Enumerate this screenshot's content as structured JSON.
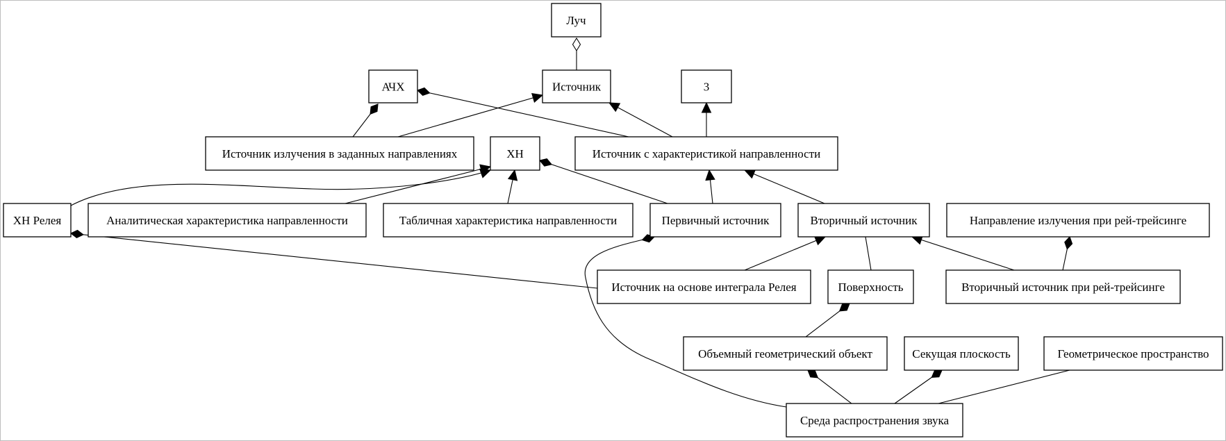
{
  "diagram": {
    "nodes": [
      {
        "id": "luch",
        "label": "Луч"
      },
      {
        "id": "istochnik",
        "label": "Источник"
      },
      {
        "id": "ach",
        "label": "АЧХ"
      },
      {
        "id": "z",
        "label": "3"
      },
      {
        "id": "isz",
        "label": "Источник излучения в заданных направлениях"
      },
      {
        "id": "hn",
        "label": "ХН"
      },
      {
        "id": "ishn",
        "label": "Источник с характеристикой направленности"
      },
      {
        "id": "hnrel",
        "label": "ХН Релея"
      },
      {
        "id": "analit",
        "label": "Аналитическая характеристика направленности"
      },
      {
        "id": "tabl",
        "label": "Табличная характеристика направленности"
      },
      {
        "id": "perv",
        "label": "Первичный источник"
      },
      {
        "id": "vtor",
        "label": "Вторичный источник"
      },
      {
        "id": "naprrt",
        "label": "Направление излучения при рей-трейсинге"
      },
      {
        "id": "relint",
        "label": "Источник на основе интеграла Релея"
      },
      {
        "id": "poverh",
        "label": "Поверхность"
      },
      {
        "id": "vtorrt",
        "label": "Вторичный источник при рей-трейсинге"
      },
      {
        "id": "obgeom",
        "label": "Объемный геометрический объект"
      },
      {
        "id": "sekush",
        "label": "Секущая плоскость"
      },
      {
        "id": "geomprost",
        "label": "Геометрическое пространство"
      },
      {
        "id": "sreda",
        "label": "Среда распространения звука"
      }
    ],
    "edges": [
      {
        "from": "istochnik",
        "to": "luch",
        "kind": "aggregation"
      },
      {
        "from": "isz",
        "to": "ach",
        "kind": "composition"
      },
      {
        "from": "isz",
        "to": "istochnik",
        "kind": "inheritance"
      },
      {
        "from": "ishn",
        "to": "ach",
        "kind": "composition"
      },
      {
        "from": "ishn",
        "to": "istochnik",
        "kind": "inheritance"
      },
      {
        "from": "ishn",
        "to": "z",
        "kind": "inheritance"
      },
      {
        "from": "hnrel",
        "to": "hn",
        "kind": "inheritance"
      },
      {
        "from": "analit",
        "to": "hn",
        "kind": "inheritance"
      },
      {
        "from": "tabl",
        "to": "hn",
        "kind": "inheritance"
      },
      {
        "from": "perv",
        "to": "hn",
        "kind": "composition"
      },
      {
        "from": "perv",
        "to": "ishn",
        "kind": "inheritance"
      },
      {
        "from": "vtor",
        "to": "ishn",
        "kind": "inheritance"
      },
      {
        "from": "relint",
        "to": "hnrel",
        "kind": "composition"
      },
      {
        "from": "relint",
        "to": "vtor",
        "kind": "inheritance"
      },
      {
        "from": "poverh",
        "to": "vtor",
        "kind": "association"
      },
      {
        "from": "vtorrt",
        "to": "vtor",
        "kind": "inheritance"
      },
      {
        "from": "vtorrt",
        "to": "naprrt",
        "kind": "composition"
      },
      {
        "from": "obgeom",
        "to": "poverh",
        "kind": "composition"
      },
      {
        "from": "sreda",
        "to": "obgeom",
        "kind": "composition"
      },
      {
        "from": "sreda",
        "to": "sekush",
        "kind": "composition"
      },
      {
        "from": "sreda",
        "to": "geomprost",
        "kind": "association"
      },
      {
        "from": "sreda",
        "to": "perv",
        "kind": "composition"
      }
    ]
  }
}
